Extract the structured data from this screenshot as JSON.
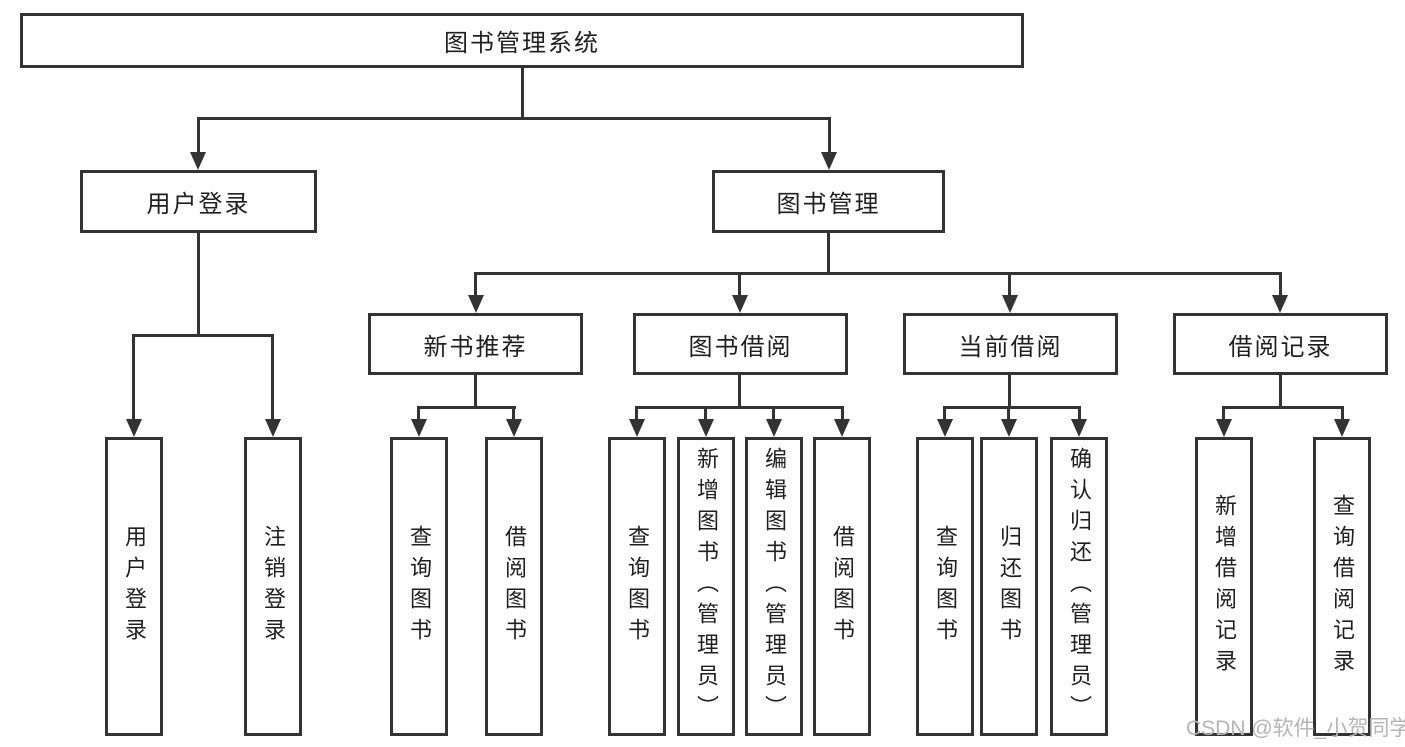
{
  "tree": {
    "label": "图书管理系统",
    "children": [
      {
        "label": "用户登录",
        "children": [
          {
            "label": "用户登录"
          },
          {
            "label": "注销登录"
          }
        ]
      },
      {
        "label": "图书管理",
        "children": [
          {
            "label": "新书推荐",
            "children": [
              {
                "label": "查询图书"
              },
              {
                "label": "借阅图书"
              }
            ]
          },
          {
            "label": "图书借阅",
            "children": [
              {
                "label": "查询图书"
              },
              {
                "label": "新增图书（管理员）"
              },
              {
                "label": "编辑图书（管理员）"
              },
              {
                "label": "借阅图书"
              }
            ]
          },
          {
            "label": "当前借阅",
            "children": [
              {
                "label": "查询图书"
              },
              {
                "label": "归还图书"
              },
              {
                "label": "确认归还（管理员）"
              }
            ]
          },
          {
            "label": "借阅记录",
            "children": [
              {
                "label": "新增借阅记录"
              },
              {
                "label": "查询借阅记录"
              }
            ]
          }
        ]
      }
    ]
  },
  "watermark": "CSDN @软件_小贺同学",
  "colors": {
    "line": "#333333",
    "text": "#1f1f1f",
    "watermark": "#b5b5b5",
    "background": "#ffffff"
  }
}
